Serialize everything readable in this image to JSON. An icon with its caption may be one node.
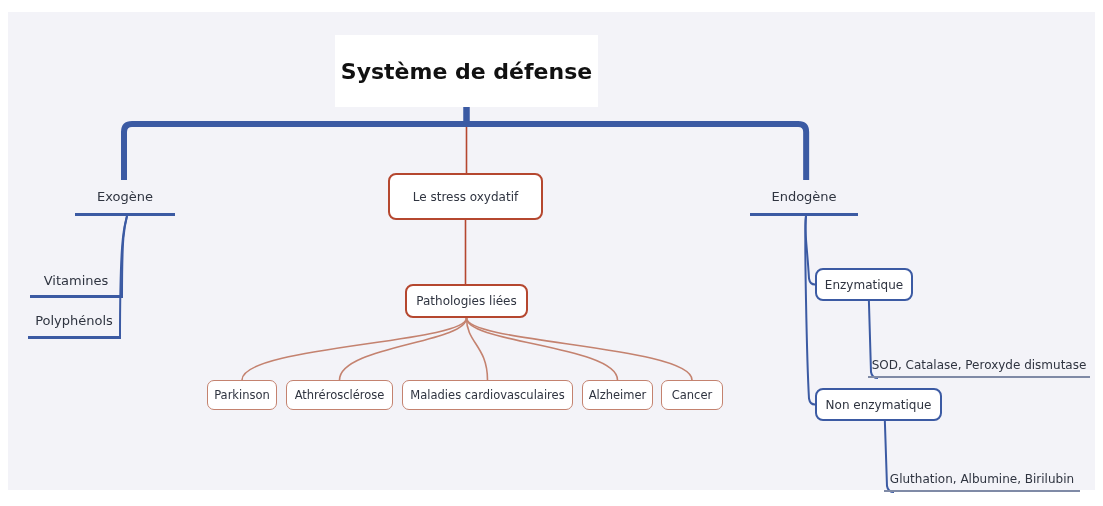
{
  "diagram": {
    "nodes": [
      {
        "text": [
          "Système de défense"
        ]
      },
      {
        "text": [
          "Exogène"
        ]
      },
      {
        "text": [
          "Le stress oxydatif"
        ]
      },
      {
        "text": [
          "Endogène"
        ]
      },
      {
        "text": [
          "Vitamines"
        ]
      },
      {
        "text": [
          "Polyphénols"
        ]
      },
      {
        "text": [
          "Pathologies liées"
        ]
      },
      {
        "text": [
          "Parkinson"
        ]
      },
      {
        "text": [
          "Athrérosclérose"
        ]
      },
      {
        "text": [
          "Maladies cardiovasculaires"
        ]
      },
      {
        "text": [
          "Alzheimer"
        ]
      },
      {
        "text": [
          "Cancer"
        ]
      },
      {
        "text": [
          "Enzymatique"
        ]
      },
      {
        "text": [
          "SOD, Catalase, Peroxyde dismutase"
        ]
      },
      {
        "text": [
          "Non enzymatique"
        ]
      },
      {
        "text": [
          "Gluthation, Albumine, Birilubin"
        ]
      }
    ],
    "edges": [
      {
        "from": 0,
        "to": 1,
        "arrow": "none",
        "style": "thick"
      },
      {
        "from": 0,
        "to": 2,
        "arrow": "none",
        "color": "#b5472f"
      },
      {
        "from": 0,
        "to": 3,
        "arrow": "none",
        "style": "thick"
      },
      {
        "from": 1,
        "to": 4,
        "arrow": "none"
      },
      {
        "from": 1,
        "to": 5,
        "arrow": "none"
      },
      {
        "from": 2,
        "to": 6,
        "arrow": "none",
        "color": "#b5472f"
      },
      {
        "from": 6,
        "to": 7,
        "arrow": "none",
        "color": "#c4826f"
      },
      {
        "from": 6,
        "to": 8,
        "arrow": "none",
        "color": "#c4826f"
      },
      {
        "from": 6,
        "to": 9,
        "arrow": "none",
        "color": "#c4826f"
      },
      {
        "from": 6,
        "to": 10,
        "arrow": "none",
        "color": "#c4826f"
      },
      {
        "from": 6,
        "to": 11,
        "arrow": "none",
        "color": "#c4826f"
      },
      {
        "from": 3,
        "to": 12,
        "arrow": "none"
      },
      {
        "from": 3,
        "to": 14,
        "arrow": "none"
      },
      {
        "from": 12,
        "to": 13,
        "arrow": "none"
      },
      {
        "from": 14,
        "to": 15,
        "arrow": "none"
      }
    ]
  }
}
